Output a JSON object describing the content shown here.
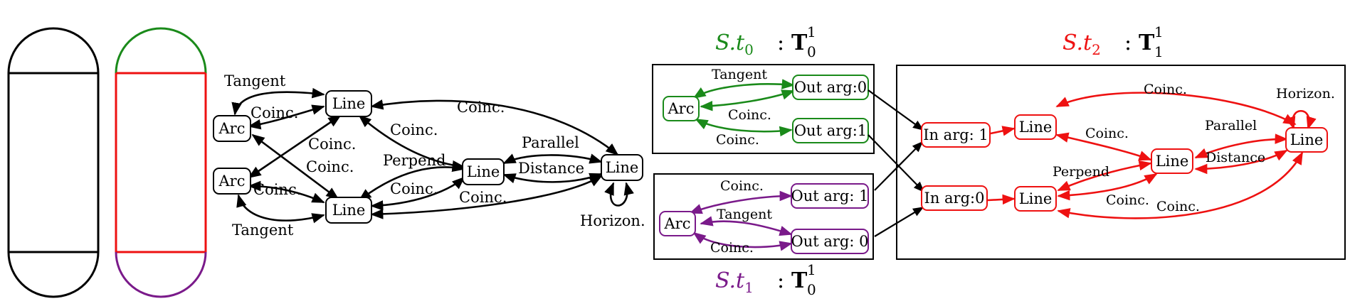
{
  "colors": {
    "black": "#000000",
    "green": "#1a8a1a",
    "purple": "#7a1a8a",
    "red": "#ee1111"
  },
  "titles": {
    "t0": {
      "prefix": "S.t",
      "sub": "0",
      "sep": ":",
      "T": "T",
      "T_sup": "1",
      "T_sub": "0"
    },
    "t1": {
      "prefix": "S.t",
      "sub": "1",
      "sep": ":",
      "T": "T",
      "T_sup": "1",
      "T_sub": "0"
    },
    "t2": {
      "prefix": "S.t",
      "sub": "2",
      "sep": ":",
      "T": "T",
      "T_sup": "1",
      "T_sub": "1"
    }
  },
  "main_graph": {
    "nodes": {
      "arc_a": "Arc",
      "arc_b": "Arc",
      "line_top": "Line",
      "line_bottom": "Line",
      "line_mid": "Line",
      "line_right": "Line"
    },
    "edge_labels": {
      "tangent_top": "Tangent",
      "coinc_arc_a_line_top": "Coinc.",
      "coinc_cross_1": "Coinc.",
      "coinc_cross_2": "Coinc.",
      "coinc_arc_b_line_bottom": "Coinc.",
      "tangent_bottom": "Tangent",
      "coinc_line_top_line_mid": "Coinc.",
      "perpend": "Perpend",
      "coinc_line_bottom_line_mid": "Coinc.",
      "coinc_line_bottom_line_mid_2": "Coinc.",
      "parallel": "Parallel",
      "distance": "Distance",
      "coinc_line_top_line_right": "Coinc.",
      "horizon": "Horizon."
    }
  },
  "t0_box": {
    "nodes": {
      "arc": "Arc",
      "out0": "Out arg:0",
      "out1": "Out arg:1"
    },
    "edge_labels": {
      "tangent": "Tangent",
      "coinc_1": "Coinc.",
      "coinc_2": "Coinc."
    }
  },
  "t1_box": {
    "nodes": {
      "arc": "Arc",
      "out1": "Out arg: 1",
      "out0": "Out arg: 0"
    },
    "edge_labels": {
      "coinc_1": "Coinc.",
      "tangent": "Tangent",
      "coinc_2": "Coinc."
    }
  },
  "t2_box": {
    "nodes": {
      "in1": "In arg: 1",
      "in0": "In arg:0",
      "line_top": "Line",
      "line_bottom": "Line",
      "line_mid": "Line",
      "line_right": "Line"
    },
    "edge_labels": {
      "coinc_top": "Coinc.",
      "horizon": "Horizon.",
      "coinc_line_top_line_mid": "Coinc.",
      "parallel": "Parallel",
      "distance": "Distance",
      "perpend": "Perpend",
      "coinc_line_bottom_line_mid": "Coinc.",
      "coinc_bottom": "Coinc."
    }
  }
}
